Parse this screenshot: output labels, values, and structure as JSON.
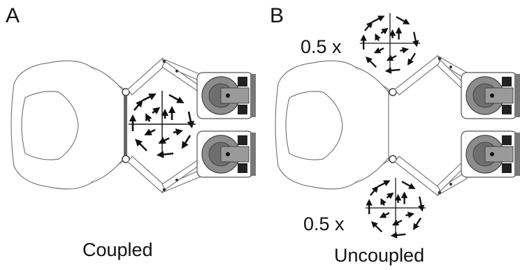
{
  "panels": [
    {
      "letter": "A",
      "caption": "Coupled"
    },
    {
      "letter": "B",
      "caption": "Uncoupled"
    }
  ],
  "scale_labels": {
    "top": "0.5 x",
    "bottom": "0.5 x"
  },
  "colors": {
    "outline": "#7a7a7a",
    "arrow": "#111111",
    "motor_dark": "#555555",
    "motor_mid": "#8c8c8c",
    "bar": "#666666"
  }
}
